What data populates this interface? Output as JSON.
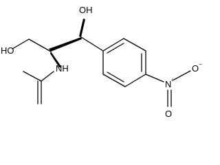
{
  "molecule": {
    "atom_labels": {
      "oh_top": "OH",
      "oh_left": "HO",
      "nh": "NH",
      "nitro_n": "N",
      "nitro_n_charge": "+",
      "nitro_o_right": "O",
      "nitro_o_right_charge": "−",
      "nitro_o_bottom": "O"
    }
  }
}
